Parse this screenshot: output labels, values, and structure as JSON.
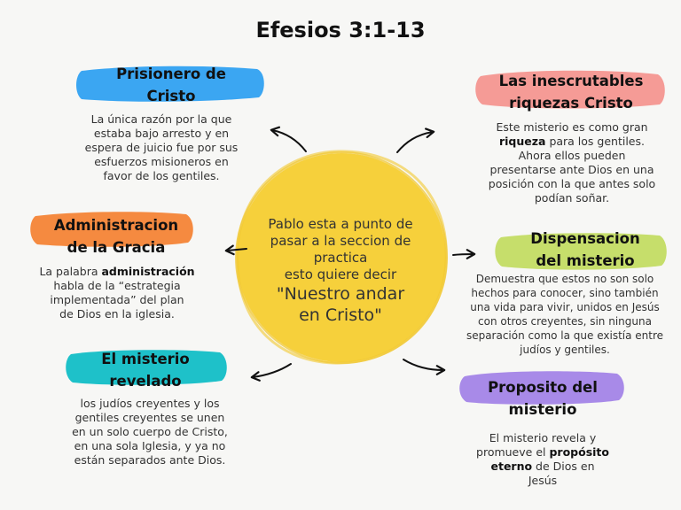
{
  "title": "Efesios 3:1-13",
  "center": {
    "line1": "Pablo esta a punto de",
    "line2": "pasar a la seccion de",
    "line3": "practica",
    "line4": "esto quiere decir",
    "line5": "\"Nuestro andar",
    "line6": "en Cristo\""
  },
  "colors": {
    "circle": "#f6d03b",
    "blue": "#3ba6f2",
    "pink": "#f59b96",
    "orange": "#f58a40",
    "green": "#c6de6b",
    "teal": "#1ec1c9",
    "purple": "#a88ae8"
  },
  "nodes": {
    "prisionero": {
      "title1": "Prisionero de",
      "title2": "Cristo",
      "desc": [
        {
          "t": "La única razón por la que"
        },
        {
          "t": "estaba bajo arresto y en"
        },
        {
          "t": "espera de juicio fue por sus"
        },
        {
          "t": "esfuerzos misioneros en"
        },
        {
          "t": "favor de los gentiles."
        }
      ]
    },
    "riquezas": {
      "title1": "Las inescrutables",
      "title2": "riquezas Cristo",
      "desc": [
        {
          "t": "Este misterio es como gran"
        },
        {
          "b": "riqueza",
          "t": " para los gentiles."
        },
        {
          "t": "Ahora ellos pueden"
        },
        {
          "t": "presentarse ante Dios en una"
        },
        {
          "t": "posición con la que antes solo"
        },
        {
          "t": "podían soñar."
        }
      ]
    },
    "administracion": {
      "title1": "Administracion",
      "title2": "de la Gracia",
      "desc": [
        {
          "pre": "La palabra ",
          "b": "administración"
        },
        {
          "t": "habla de la “estrategia"
        },
        {
          "t": "implementada” del plan"
        },
        {
          "t": "de Dios en la iglesia."
        }
      ]
    },
    "dispensacion": {
      "title1": "Dispensacion",
      "title2": "del misterio",
      "desc": [
        {
          "t": "Demuestra que estos no son solo"
        },
        {
          "t": "hechos para conocer, sino también"
        },
        {
          "t": "una vida para vivir, unidos en Jesús"
        },
        {
          "t": "con otros creyentes, sin ninguna"
        },
        {
          "t": "separación como la que existía entre"
        },
        {
          "t": "judíos y gentiles."
        }
      ]
    },
    "revelado": {
      "title1": "El misterio",
      "title2": "revelado",
      "desc": [
        {
          "t": "los judíos creyentes y los"
        },
        {
          "t": "gentiles creyentes se unen"
        },
        {
          "t": "en un solo cuerpo de Cristo,"
        },
        {
          "t": "en una sola Iglesia, y ya no"
        },
        {
          "t": "están separados ante Dios."
        }
      ]
    },
    "proposito": {
      "title1": "Proposito del",
      "title2": "misterio",
      "desc": [
        {
          "t": "El misterio revela y"
        },
        {
          "pre": "promueve el ",
          "b": "propósito"
        },
        {
          "b": "eterno",
          "t": " de Dios en"
        },
        {
          "t": "Jesús"
        }
      ]
    }
  }
}
